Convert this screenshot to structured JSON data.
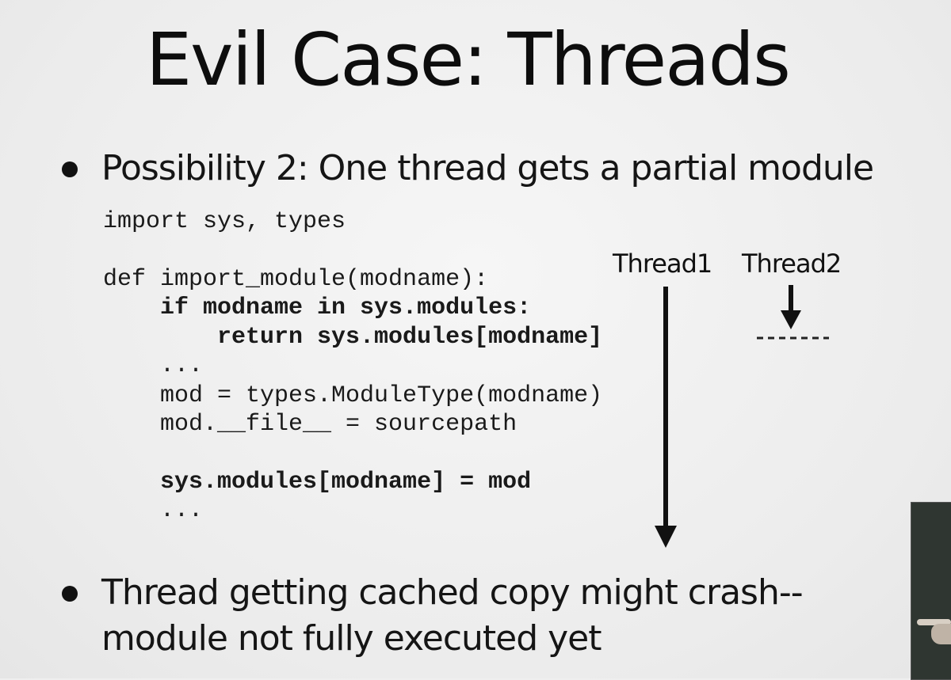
{
  "slide": {
    "title": "Evil Case: Threads",
    "bullets": [
      "Possibility 2: One thread gets a partial module",
      "Thread getting cached copy might crash--",
      "module not fully executed yet"
    ],
    "code": [
      "import sys, types",
      "def import_module(modname):",
      "    if modname in sys.modules:",
      "        return sys.modules[modname]",
      "    ...",
      "    mod = types.ModuleType(modname)",
      "    mod.__file__ = sourcepath",
      "    sys.modules[modname] = mod",
      "    ..."
    ],
    "threads": [
      "Thread1",
      "Thread2"
    ]
  }
}
